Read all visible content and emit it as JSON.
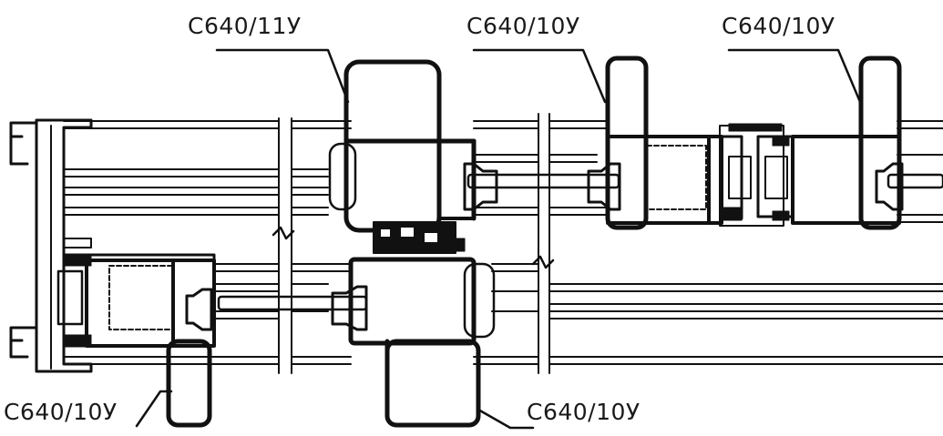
{
  "labels": {
    "top_left": "C640/11У",
    "top_middle": "C640/10У",
    "top_right": "C640/10У",
    "bottom_left": "C640/10У",
    "bottom_middle": "C640/10У"
  },
  "colors": {
    "line": "#111111",
    "background": "#ffffff",
    "fill_light": "#f4f4f4"
  }
}
